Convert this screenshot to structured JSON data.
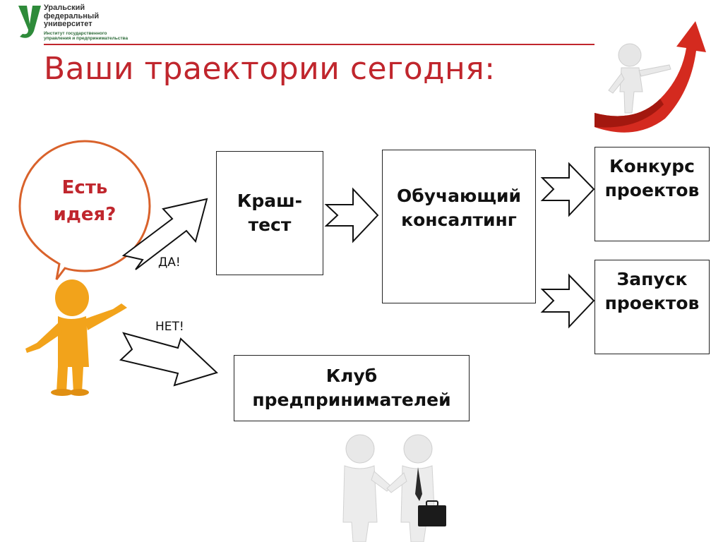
{
  "logo": {
    "university_line1": "Уральский",
    "university_line2": "федеральный",
    "university_line3": "университет",
    "institute_line1": "Институт государственного",
    "institute_line2": "управления и предпринимательства"
  },
  "title": "Ваши траектории сегодня:",
  "bubble": {
    "line1": "Есть",
    "line2": "идея?"
  },
  "labels": {
    "yes": "ДА!",
    "no": "НЕТ!"
  },
  "boxes": {
    "crash_line1": "Краш-",
    "crash_line2": "тест",
    "consult_line1": "Обучающий",
    "consult_line2": "консалтинг",
    "contest_line1": "Конкурс",
    "contest_line2": "проектов",
    "launch_line1": "Запуск",
    "launch_line2": "проектов",
    "club_line1": "Клуб",
    "club_line2": "предпринимателей"
  },
  "colors": {
    "title": "#c0262d",
    "rule": "#c0262d",
    "logo_green": "#2e8b3a",
    "bubble_border": "#d9622b",
    "bubble_text": "#c0262d",
    "figure_orange": "#f2a31b",
    "arrow_red": "#d42a1f"
  }
}
